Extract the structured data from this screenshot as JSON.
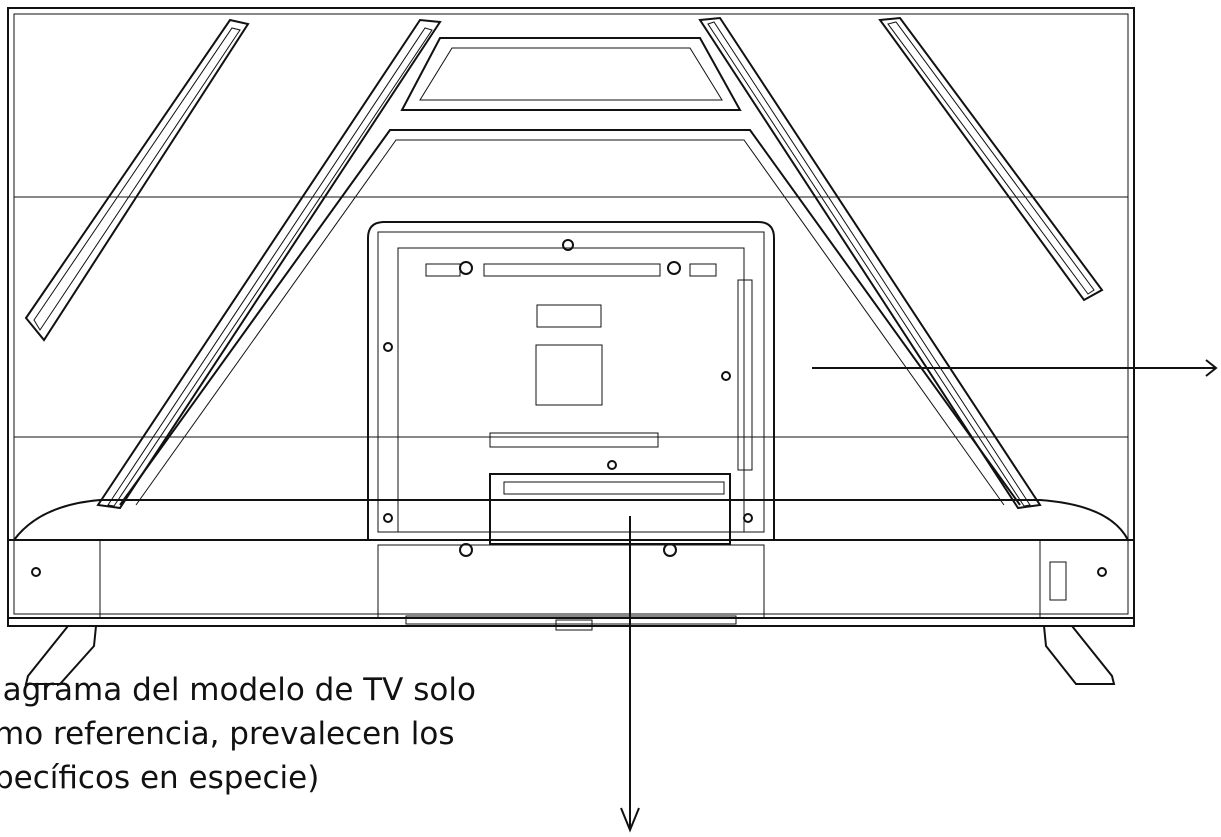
{
  "caption": {
    "line1": "iagrama del modelo de TV solo",
    "line2": "mo referencia, prevalecen los",
    "line3": "pecíficos en especie)"
  },
  "colors": {
    "background": "#ffffff",
    "line": "#111111"
  },
  "icons": {
    "arrow_right": "arrow-right-icon",
    "arrow_down": "arrow-down-icon"
  }
}
